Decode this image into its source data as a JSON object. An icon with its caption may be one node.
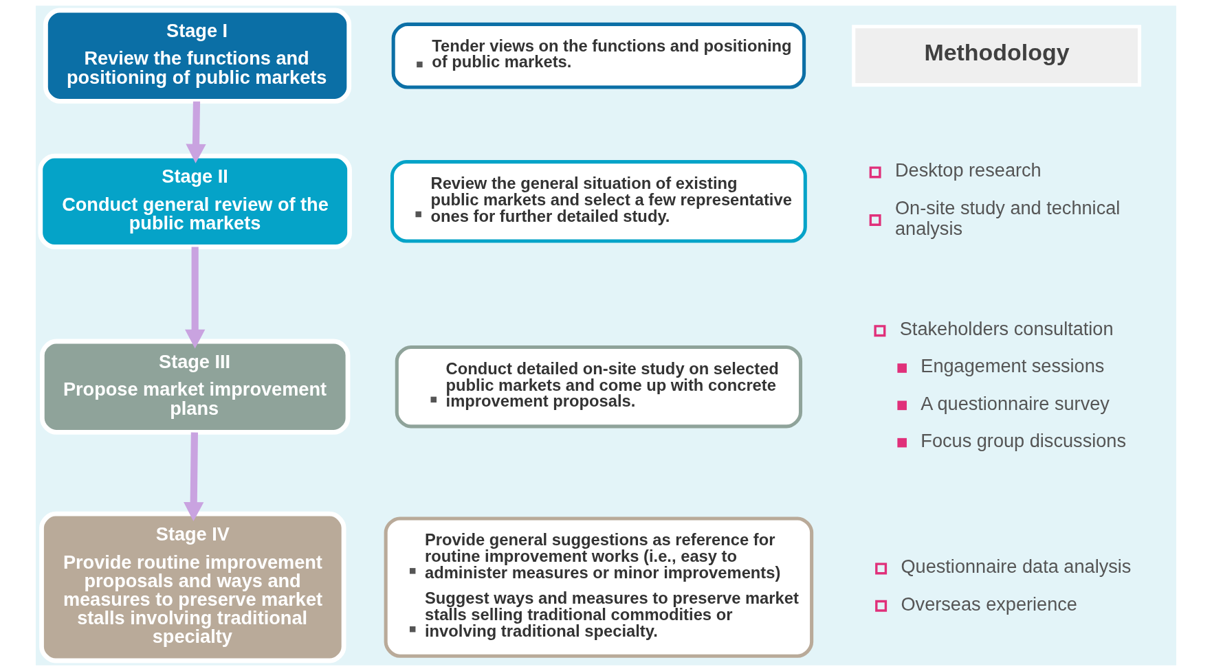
{
  "diagram": {
    "nodes": [
      {
        "text": [
          "Stage I",
          "Review the functions and positioning of public markets"
        ]
      },
      {
        "text": [
          "Stage II",
          "Conduct general review of the public markets"
        ]
      },
      {
        "text": [
          "Stage III",
          "Propose market improvement plans"
        ]
      },
      {
        "text": [
          "Stage IV",
          "Provide routine improvement proposals and ways and measures to preserve market stalls involving traditional specialty"
        ]
      },
      {
        "text": [
          "Tender views on the functions and positioning of public markets."
        ]
      },
      {
        "text": [
          "Review the general situation of existing public markets and select a few representative ones for further detailed study."
        ]
      },
      {
        "text": [
          "Conduct detailed on-site study on selected public markets and come up with concrete improvement proposals."
        ]
      },
      {
        "text": [
          "Provide general suggestions as reference for routine improvement works (i.e., easy to administer measures or minor improvements)",
          "Suggest ways and measures to preserve market stalls selling traditional commodities or involving traditional specialty."
        ]
      },
      {
        "text": [
          "Methodology"
        ]
      }
    ],
    "edges": [
      {
        "from": 0,
        "to": 1,
        "arrow": "to"
      },
      {
        "from": 1,
        "to": 2,
        "arrow": "to"
      },
      {
        "from": 2,
        "to": 3,
        "arrow": "to"
      }
    ],
    "labels": [
      "Desktop research",
      "On-site study and technical analysis",
      "Stakeholders consultation",
      "Engagement sessions",
      "A questionnaire survey",
      "Focus group discussions",
      "Questionnaire data analysis",
      "Overseas experience"
    ]
  }
}
